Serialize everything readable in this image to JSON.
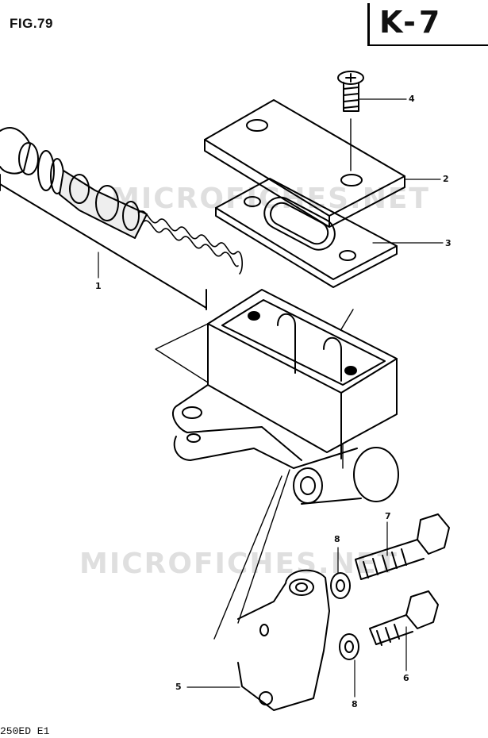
{
  "figure": {
    "title": "FIG.79",
    "page_code": "K-7",
    "footer_code": "250ED E1"
  },
  "watermark": "MICROFICHES.NET",
  "callouts": [
    {
      "id": "1",
      "label": "1"
    },
    {
      "id": "2",
      "label": "2"
    },
    {
      "id": "3",
      "label": "3"
    },
    {
      "id": "4",
      "label": "4"
    },
    {
      "id": "5",
      "label": "5"
    },
    {
      "id": "6",
      "label": "6"
    },
    {
      "id": "7",
      "label": "7"
    },
    {
      "id": "8a",
      "label": "8"
    },
    {
      "id": "8b",
      "label": "8"
    }
  ]
}
